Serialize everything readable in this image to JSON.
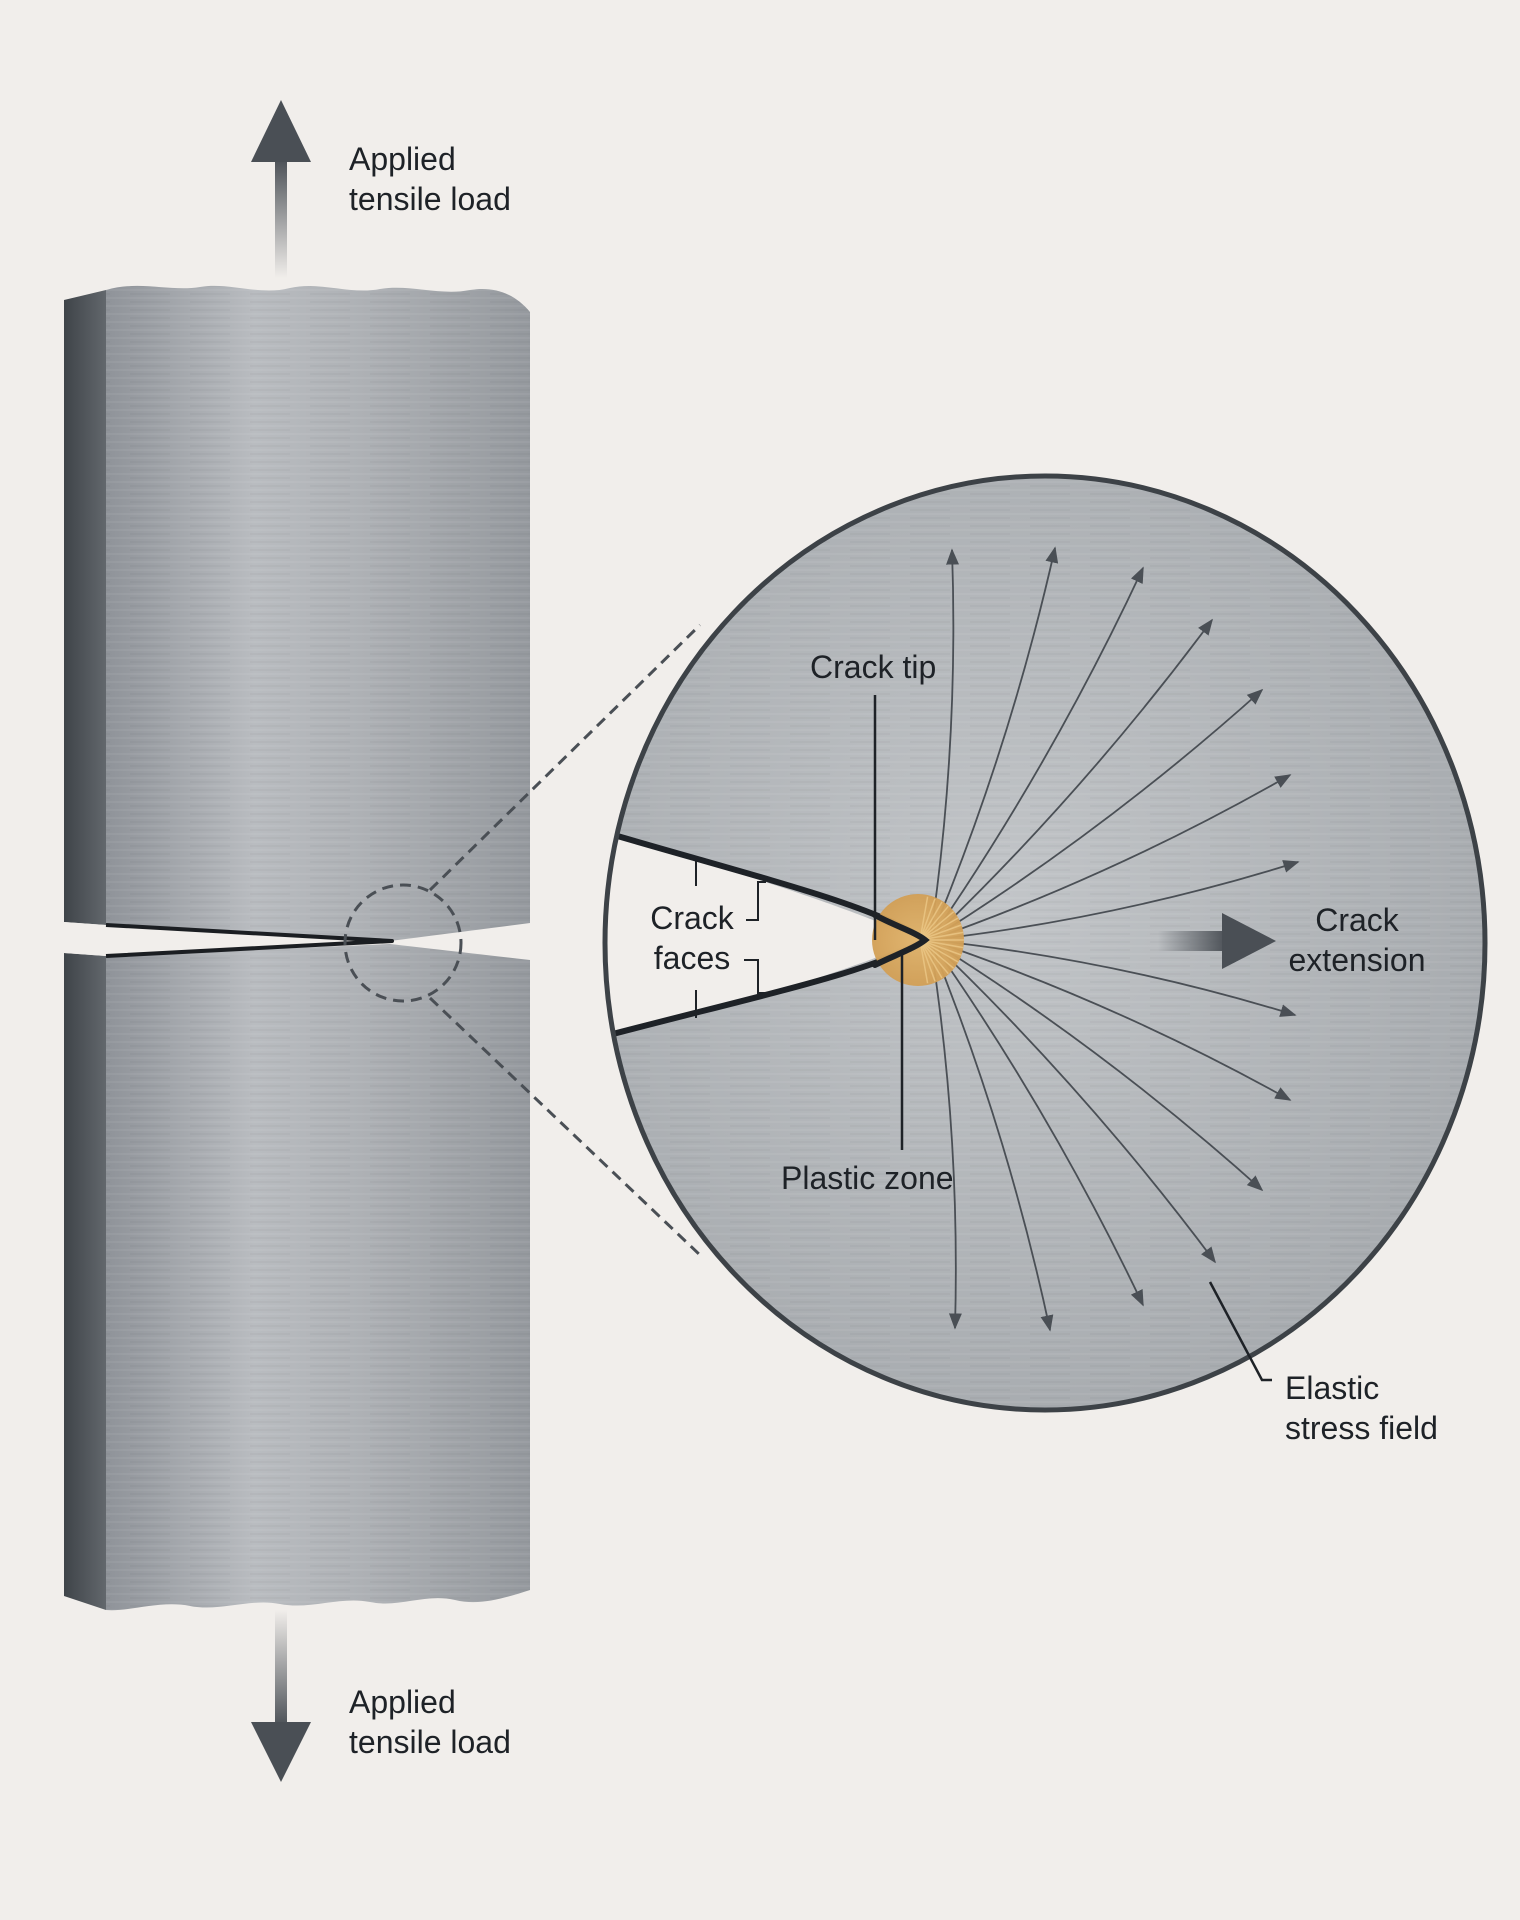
{
  "labels": {
    "load_top": {
      "line1": "Applied",
      "line2": "tensile load"
    },
    "load_bottom": {
      "line1": "Applied",
      "line2": "tensile load"
    },
    "crack_tip": "Crack tip",
    "crack_faces": {
      "line1": "Crack",
      "line2": "faces"
    },
    "plastic_zone": "Plastic zone",
    "crack_extension": {
      "line1": "Crack",
      "line2": "extension"
    },
    "elastic_stress_field": {
      "line1": "Elastic",
      "line2": "stress field"
    }
  },
  "colors": {
    "background": "#f1eeeb",
    "specimen_face": "#a8acb1",
    "specimen_edge": "#4d5257",
    "detail_disc": "#b3b6ba",
    "outline": "#3d4247",
    "plastic_zone": "#d9a85e",
    "arrows": "#4a4f55"
  }
}
